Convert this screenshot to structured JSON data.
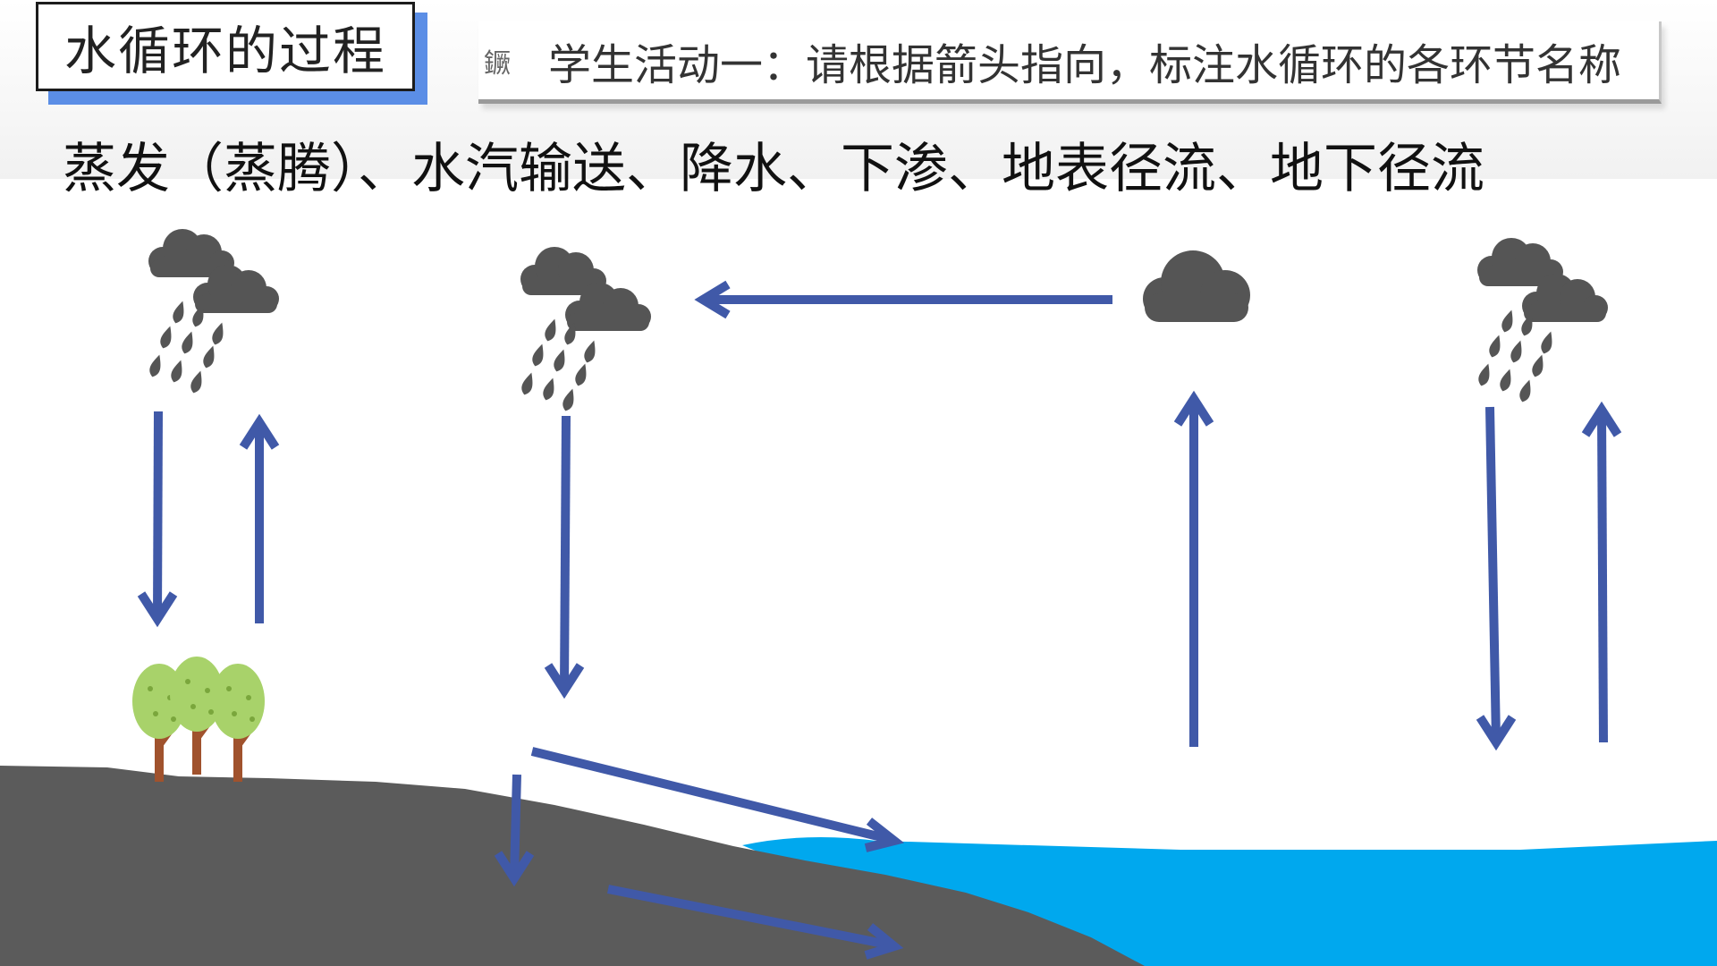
{
  "slide": {
    "title": "水循环的过程",
    "activity": {
      "icon": "clipboard-icon",
      "icon_glyph": "鐝",
      "text": "学生活动一：请根据箭头指向，标注水循环的各环节名称"
    },
    "terms_line": "蒸发（蒸腾）、水汽输送、降水、下渗、地表径流、地下径流"
  },
  "colors": {
    "arrow": "#4059a8",
    "cloud": "#555555",
    "ground": "#5b5b5b",
    "ocean": "#00a8ee",
    "title_shadow": "#5b8ee6",
    "tree_foliage": "#a8d26a",
    "tree_trunk": "#a0522d"
  },
  "icons": [
    "rain-cloud-icon",
    "cloud-icon",
    "tree-icon"
  ]
}
